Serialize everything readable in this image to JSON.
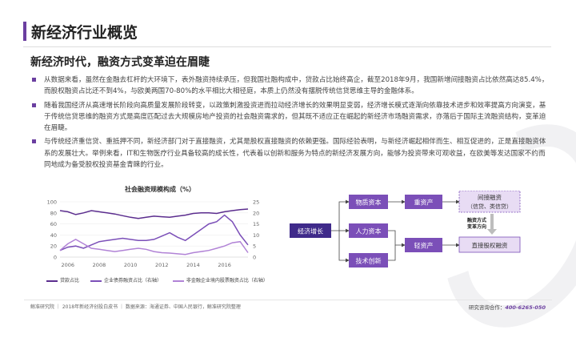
{
  "header": {
    "title": "新经济行业概览"
  },
  "subtitle": "新经济时代，融资方式变革迫在眉睫",
  "bullets": [
    "从数据来看，虽然在金融去杠杆的大环境下，表外融资持续承压，但我国社融构成中，贷款占比始终高企，截至2018年9月，我国新增间接融资占比依然高达85.4%，而股权融资占比还不到4%，与欧美两国70-80%的水平相比大相径庭，本质上仍然没有摆脱传统信贷思维主导的金融体系。",
    "随着我国经济从高速增长阶段向高质量发展阶段转变，以政策刺激投资进而拉动经济增长的效果明显变弱，经济增长模式逐渐向依靠技术进步和效率提高方向演变，基于传统信贷思维的融资方式是高度匹配过去大规模房地产投资的社会融资需求的，但其既不适应正在崛起的新经济市场融资需求，亦落后于国际主流融资结构，变革迫在眉睫。",
    "与传统经济重信贷、重抵押不同，新经济部门对于直接融资，尤其是股权直接融资的依赖更强。国际经验表明，与新经济崛起相伴而生、相互促进的，正是直接融资体系的发展壮大。举例来看，IT和生物医疗行业具备较高的成长性，代表着以创新和服务为特点的新经济发展方向，能够为投资带来可观收益，在欧美等发达国家不约而同地成为备受股权投资基金青睐的行业。"
  ],
  "chart_data": {
    "type": "line",
    "title": "社会融资规模构成（%）",
    "x_ticks": [
      2006,
      2008,
      2010,
      2012,
      2014,
      2016
    ],
    "x": [
      2005.5,
      2006,
      2006.5,
      2007,
      2007.5,
      2008,
      2008.5,
      2009,
      2009.5,
      2010,
      2010.5,
      2011,
      2011.5,
      2012,
      2012.5,
      2013,
      2013.5,
      2014,
      2014.5,
      2015,
      2015.5,
      2016,
      2016.5,
      2017,
      2017.5
    ],
    "y_left_ticks": [
      0,
      20,
      40,
      60,
      80,
      100
    ],
    "y_right_ticks": [
      0,
      5,
      10,
      15,
      20,
      25
    ],
    "ylim_left": [
      0,
      100
    ],
    "ylim_right": [
      0,
      25
    ],
    "series": [
      {
        "name": "贷款占比",
        "axis": "left",
        "color": "#5b2d8e",
        "values": [
          84,
          82,
          77,
          80,
          84,
          82,
          80,
          78,
          75,
          72,
          70,
          72,
          74,
          73,
          72,
          74,
          76,
          79,
          80,
          80,
          79,
          82,
          84,
          86,
          87
        ]
      },
      {
        "name": "企业债券融资占比（右轴）",
        "axis": "right",
        "color": "#7b4fb8",
        "values": [
          3,
          4.5,
          5,
          4,
          5.5,
          7,
          7.5,
          8,
          8.5,
          8,
          7.5,
          7.5,
          8,
          9.5,
          11,
          9,
          7.5,
          10,
          12.5,
          15,
          16,
          19,
          16,
          10,
          5.5
        ]
      },
      {
        "name": "非金融企业境内股票融资占比（右轴）",
        "axis": "right",
        "color": "#b183d6",
        "values": [
          3,
          6,
          8,
          6,
          4,
          3.5,
          3,
          2.5,
          3,
          3.5,
          4,
          3.5,
          2.5,
          2,
          1.8,
          1.5,
          1.2,
          2,
          2.5,
          3,
          4,
          5,
          6.5,
          7,
          2
        ]
      }
    ]
  },
  "diagram": {
    "root": "经济增长",
    "mid": [
      "物质资本",
      "人力资本",
      "技术创新"
    ],
    "mid2": [
      "重资产",
      "轻资产"
    ],
    "right_top_title": "间接融资",
    "right_top_sub": "（信贷、类信贷）",
    "arrow_label": "融资方式\n变革方向",
    "right_bottom": "直接股权融资"
  },
  "footer": {
    "left": "鲸准研究院 ｜ 2018年新经济创投白皮书 ｜ 数据来源：海通证券、中国人民银行，鲸准研究院整理",
    "right_label": "研究咨询合作：",
    "right_phone": "400-6265-050"
  }
}
